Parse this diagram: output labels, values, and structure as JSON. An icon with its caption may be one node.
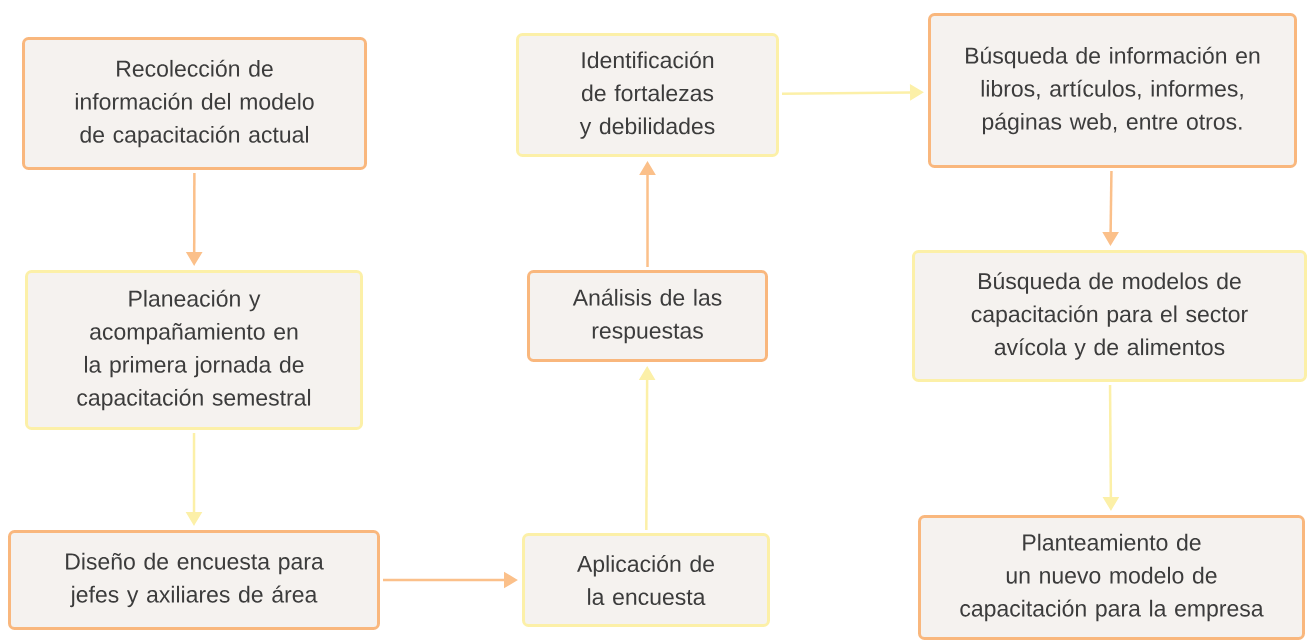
{
  "diagram": {
    "nodes": [
      {
        "text": [
          "Recolección de información del modelo de capacitación actual"
        ]
      },
      {
        "text": [
          "Planeación y acompañamiento en la primera jornada de capacitación semestral"
        ]
      },
      {
        "text": [
          "Diseño de encuesta para jefes y axiliares de área"
        ]
      },
      {
        "text": [
          "Aplicación de la encuesta"
        ]
      },
      {
        "text": [
          "Análisis de las respuestas"
        ]
      },
      {
        "text": [
          "Identificación de fortalezas y debilidades"
        ]
      },
      {
        "text": [
          "Búsqueda de información en libros, artículos, informes, páginas web, entre otros."
        ]
      },
      {
        "text": [
          "Búsqueda de modelos de capacitación para el sector avícola y de alimentos"
        ]
      },
      {
        "text": [
          "Planteamiento de un nuevo modelo de capacitación para la empresa"
        ]
      }
    ],
    "edges": [
      {
        "from": 0,
        "to": 1,
        "arrow": "to",
        "color": "#fbc08a"
      },
      {
        "from": 1,
        "to": 2,
        "arrow": "to",
        "color": "#fcf0a8"
      },
      {
        "from": 2,
        "to": 3,
        "arrow": "to",
        "color": "#fbc08a"
      },
      {
        "from": 3,
        "to": 4,
        "arrow": "to",
        "color": "#fcf0a8"
      },
      {
        "from": 4,
        "to": 5,
        "arrow": "to",
        "color": "#fbc08a"
      },
      {
        "from": 5,
        "to": 6,
        "arrow": "to",
        "color": "#fcf0a8"
      },
      {
        "from": 6,
        "to": 7,
        "arrow": "to",
        "color": "#fbc08a"
      },
      {
        "from": 7,
        "to": 8,
        "arrow": "to",
        "color": "#fcf0a8"
      }
    ]
  }
}
